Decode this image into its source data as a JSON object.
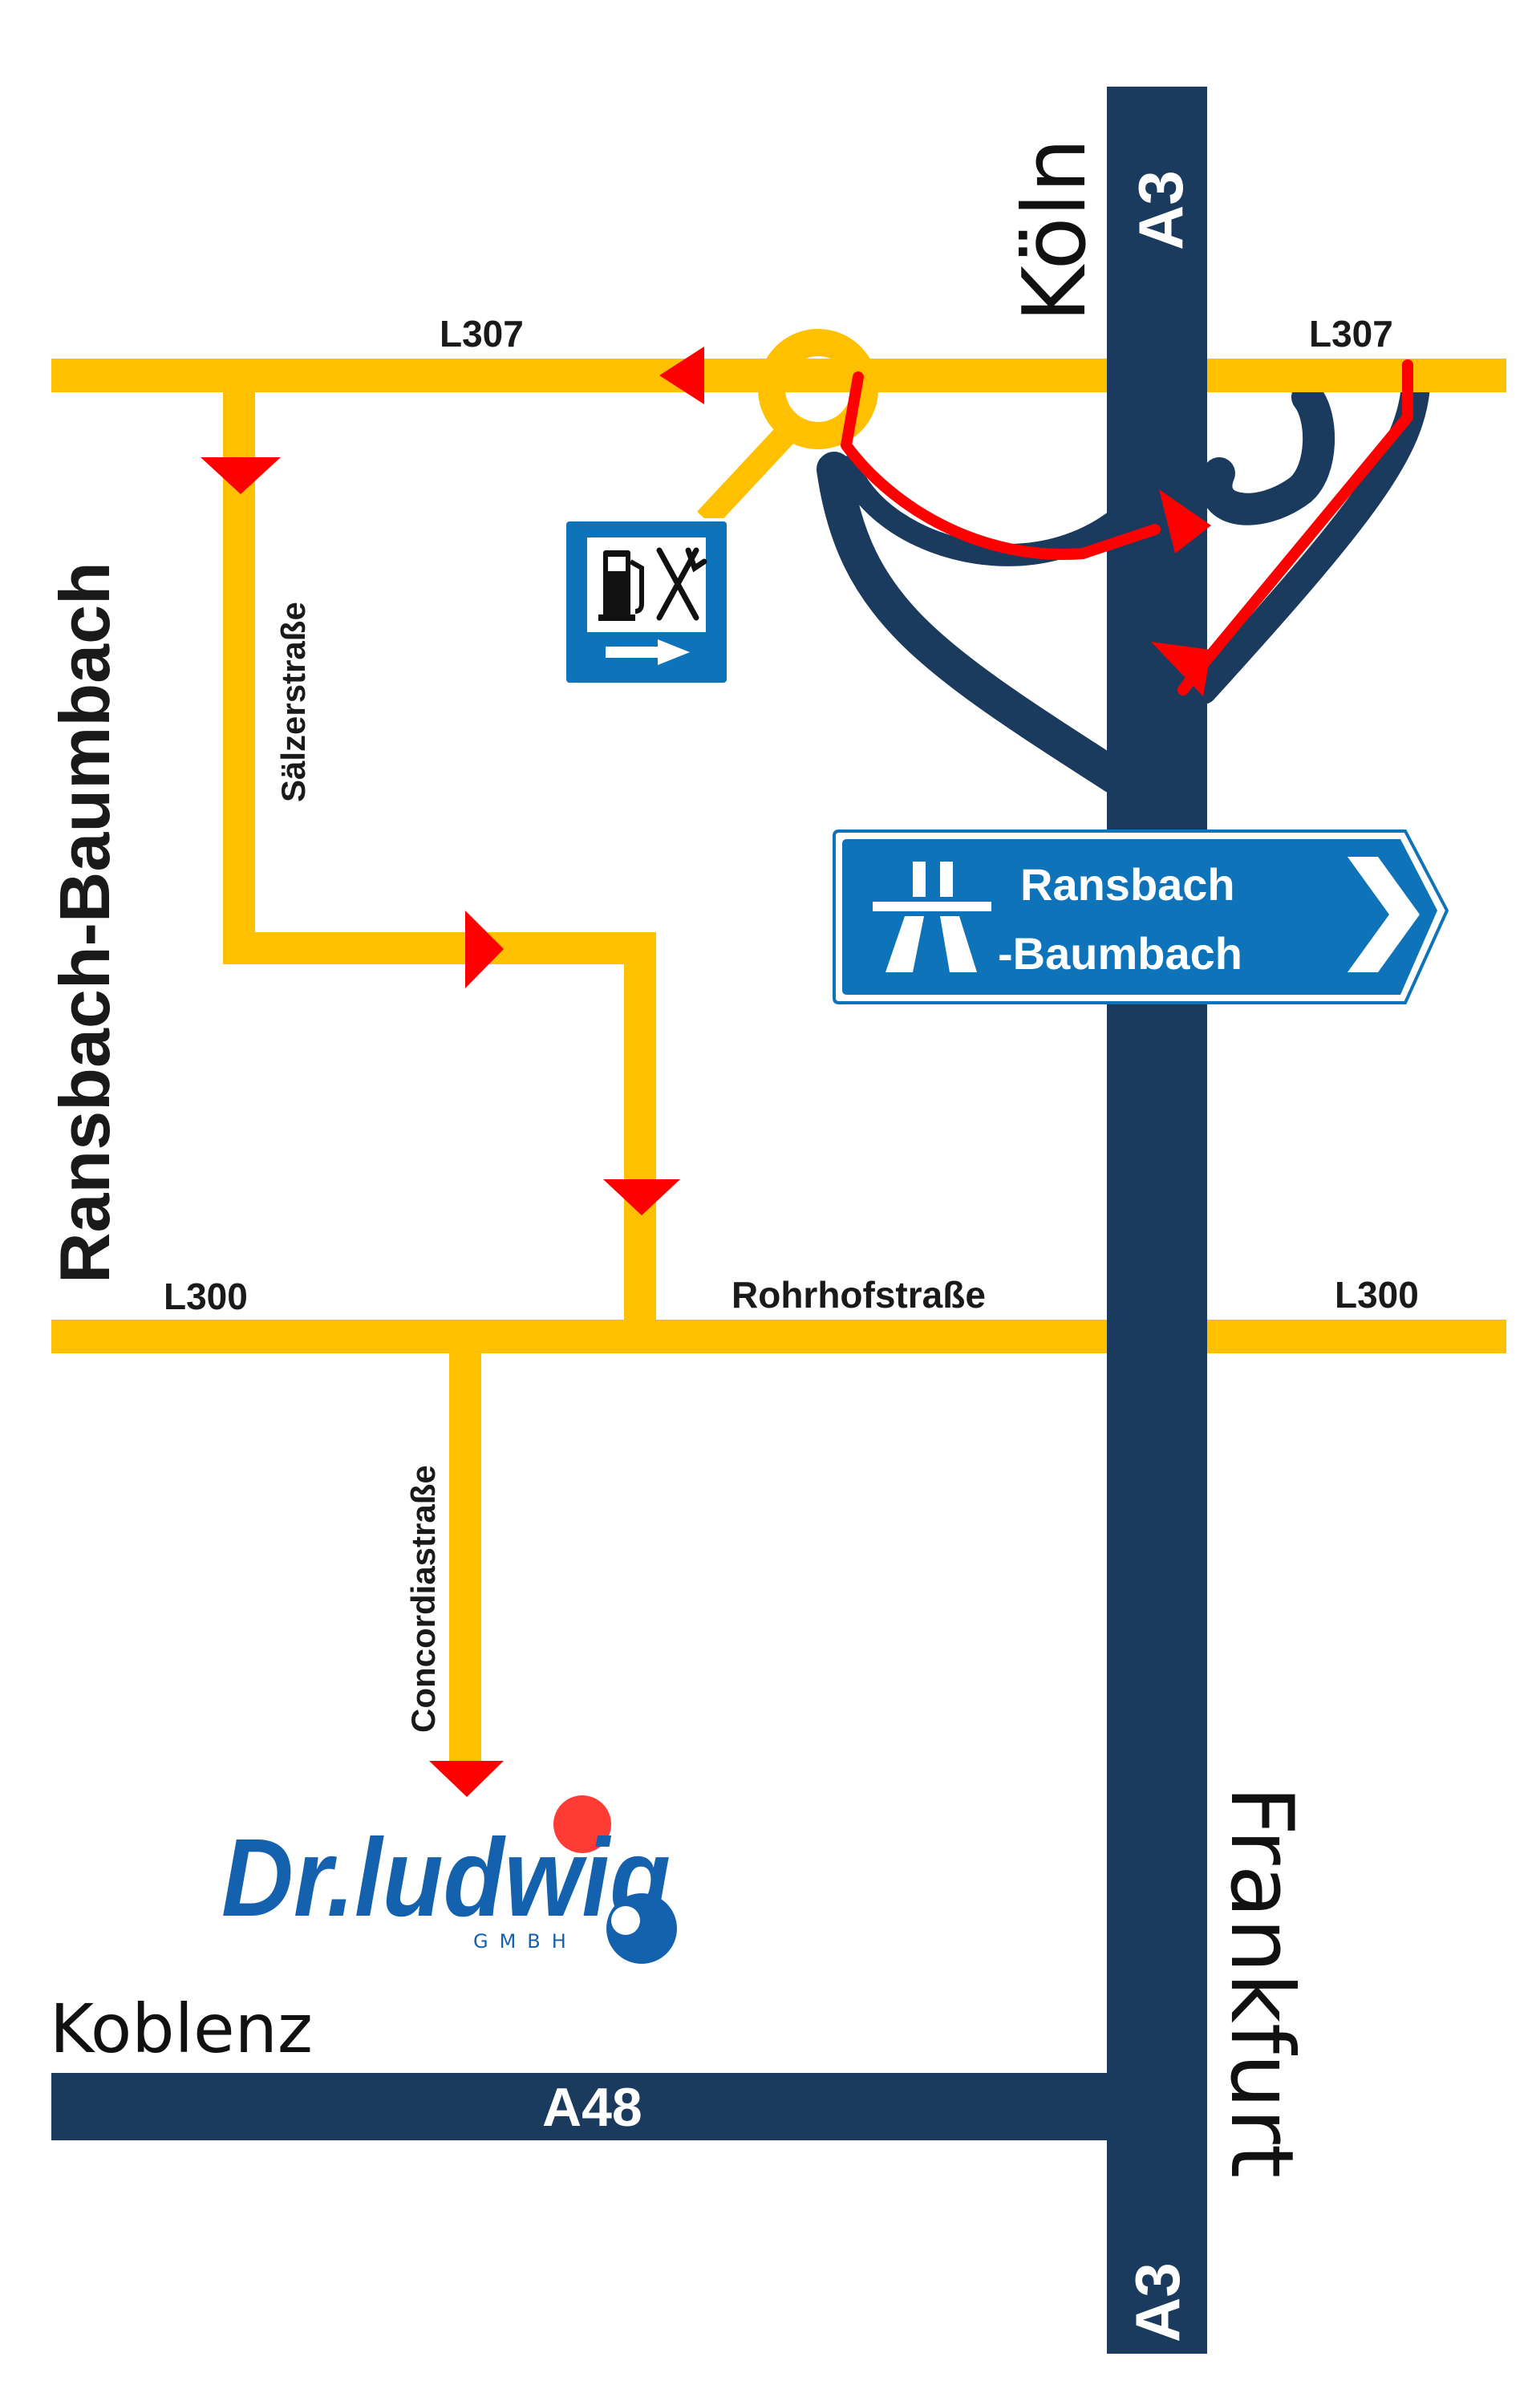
{
  "colors": {
    "secondary_road": "#ffc000",
    "motorway": "#1a3a5e",
    "route": "#ff0000",
    "sign_blue": "#0e73b9",
    "logo_blue": "#1462ae",
    "logo_red": "#ff3b36",
    "label_dark": "#1a1a1a"
  },
  "labels": {
    "l307_left": "L307",
    "l307_right": "L307",
    "l300_left": "L300",
    "l300_right": "L300",
    "rohrhof": "Rohrhofstraße",
    "saelzer": "Sälzerstraße",
    "concordia": "Concordiastraße",
    "town_vertical": "Ransbach-Baumbach",
    "a3_top": "A3",
    "a3_bottom": "A3",
    "a48": "A48",
    "koeln": "Köln",
    "frankfurt": "Frankfurt",
    "koblenz": "Koblenz"
  },
  "exit_sign": {
    "line1": "Ransbach",
    "line2": "-Baumbach",
    "icon": "motorway-icon"
  },
  "service_sign": {
    "icons": [
      "fuel-pump-icon",
      "fork-knife-icon",
      "arrow-right-icon"
    ]
  },
  "logo": {
    "text": "Dr.ludwig",
    "subtext": "GMBH"
  }
}
